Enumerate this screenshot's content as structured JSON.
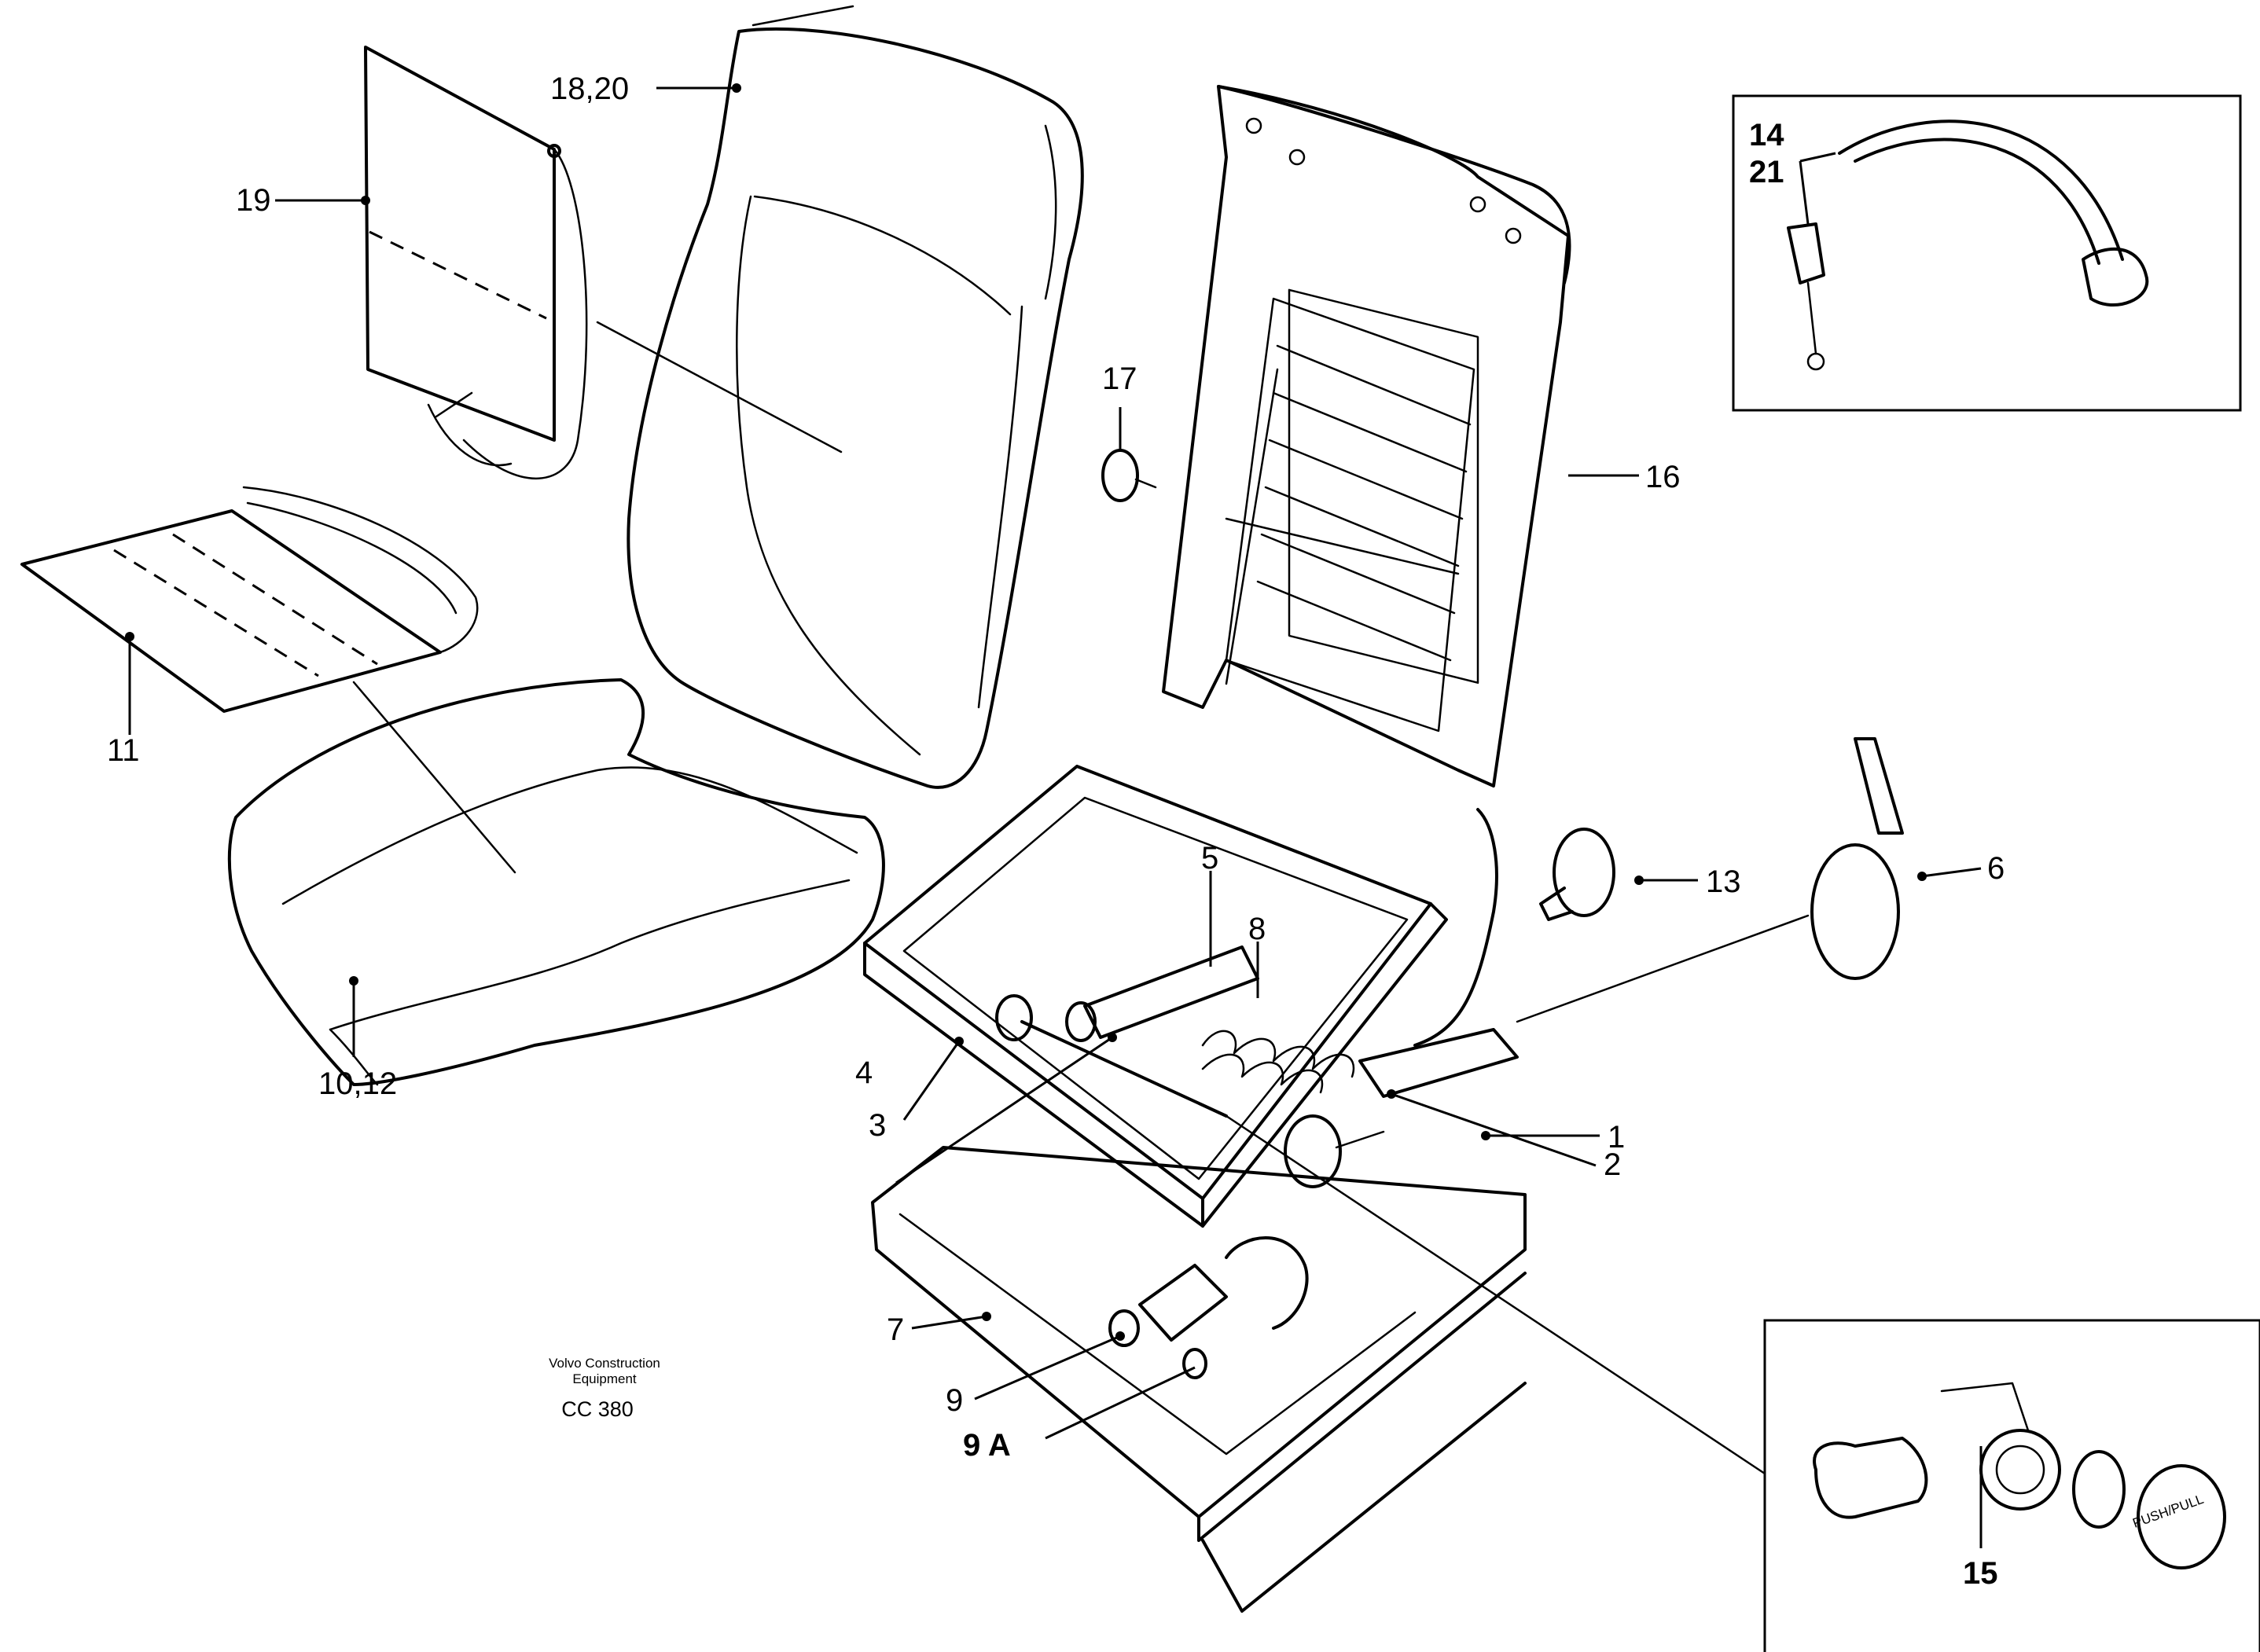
{
  "figure": {
    "credit_line1": "Volvo Construction",
    "credit_line2": "Equipment",
    "code": "CC 380"
  },
  "labels": [
    {
      "id": "1",
      "text": "1"
    },
    {
      "id": "2",
      "text": "2"
    },
    {
      "id": "3",
      "text": "3"
    },
    {
      "id": "4",
      "text": "4"
    },
    {
      "id": "5",
      "text": "5"
    },
    {
      "id": "6",
      "text": "6"
    },
    {
      "id": "7",
      "text": "7"
    },
    {
      "id": "8",
      "text": "8"
    },
    {
      "id": "9",
      "text": "9"
    },
    {
      "id": "9a",
      "text": "9 A"
    },
    {
      "id": "10_12",
      "text": "10,12"
    },
    {
      "id": "11",
      "text": "11"
    },
    {
      "id": "13",
      "text": "13"
    },
    {
      "id": "14",
      "text": "14"
    },
    {
      "id": "21",
      "text": "21"
    },
    {
      "id": "15",
      "text": "15"
    },
    {
      "id": "16",
      "text": "16"
    },
    {
      "id": "17",
      "text": "17"
    },
    {
      "id": "18_20",
      "text": "18,20"
    },
    {
      "id": "19",
      "text": "19"
    }
  ],
  "knob_text": "PUSH/PULL"
}
